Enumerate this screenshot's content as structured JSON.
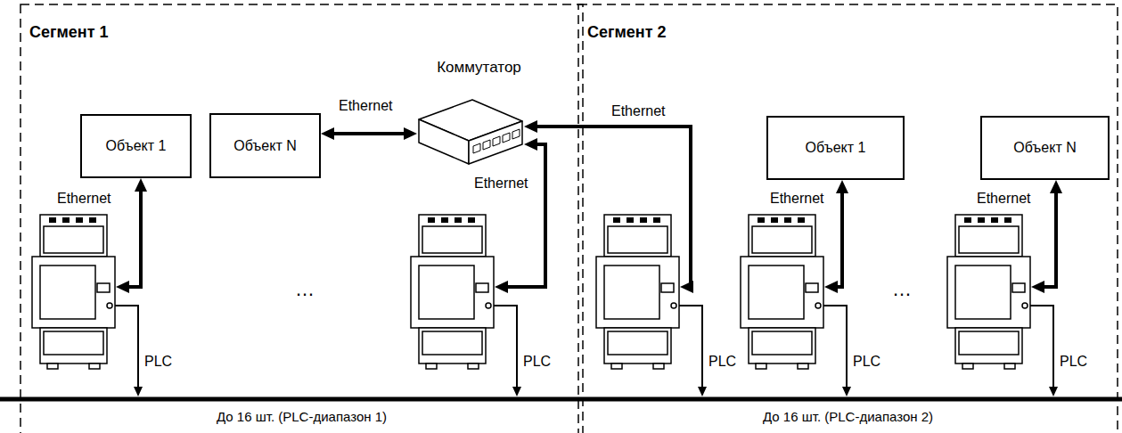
{
  "diagram": {
    "nodes": [
      {
        "text": [
          "Сегмент 1",
          "До 16 шт. (PLC-диапазон 1)"
        ]
      },
      {
        "text": [
          "Объект 1"
        ],
        "in": 0
      },
      {
        "text": [
          "Объект N"
        ],
        "in": 0
      },
      {
        "text": [
          "Коммутатор"
        ],
        "in": 0
      },
      {
        "text": [],
        "in": 0
      },
      {
        "text": [],
        "in": 0
      },
      {
        "text": [
          "Сегмент 2",
          "До 16 шт. (PLC-диапазон 2)"
        ]
      },
      {
        "text": [
          "Объект 1"
        ],
        "in": 6
      },
      {
        "text": [
          "Объект N"
        ],
        "in": 6
      },
      {
        "text": [],
        "in": 6
      },
      {
        "text": [],
        "in": 6
      },
      {
        "text": [],
        "in": 6
      }
    ],
    "edges": [
      {
        "from": 4,
        "to": 1,
        "arrow": "both",
        "label": "Ethernet"
      },
      {
        "from": 2,
        "to": 3,
        "arrow": "both",
        "label": "Ethernet"
      },
      {
        "from": 5,
        "to": 3,
        "arrow": "both",
        "label": "Ethernet"
      },
      {
        "from": 9,
        "to": 3,
        "arrow": "both",
        "label": "Ethernet"
      },
      {
        "from": 10,
        "to": 7,
        "arrow": "both",
        "label": "Ethernet"
      },
      {
        "from": 11,
        "to": 8,
        "arrow": "both",
        "label": "Ethernet"
      }
    ],
    "labels": [
      "…",
      "…",
      "PLC",
      "PLC",
      "PLC",
      "PLC",
      "PLC"
    ]
  }
}
